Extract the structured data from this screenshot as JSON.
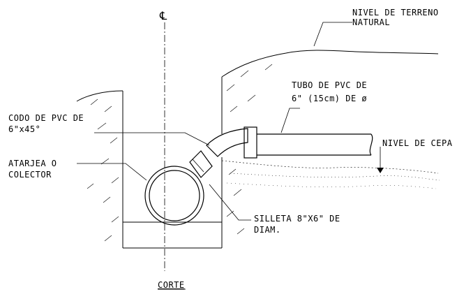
{
  "drawing": {
    "centerline_symbol": "℄",
    "labels": {
      "nivel_terreno": [
        "NIVEL DE TERRENO",
        "NATURAL"
      ],
      "tubo_pvc": [
        "TUBO DE PVC  DE",
        "6\" (15cm) DE ø"
      ],
      "codo_pvc": [
        "CODO DE PVC  DE",
        "6\"x45°"
      ],
      "nivel_cepa": [
        "NIVEL DE CEPA"
      ],
      "atarjea": [
        "ATARJEA O",
        "COLECTOR"
      ],
      "silleta": [
        "SILLETA 8\"X6\" DE",
        "DIAM."
      ],
      "corte": "CORTE"
    }
  }
}
